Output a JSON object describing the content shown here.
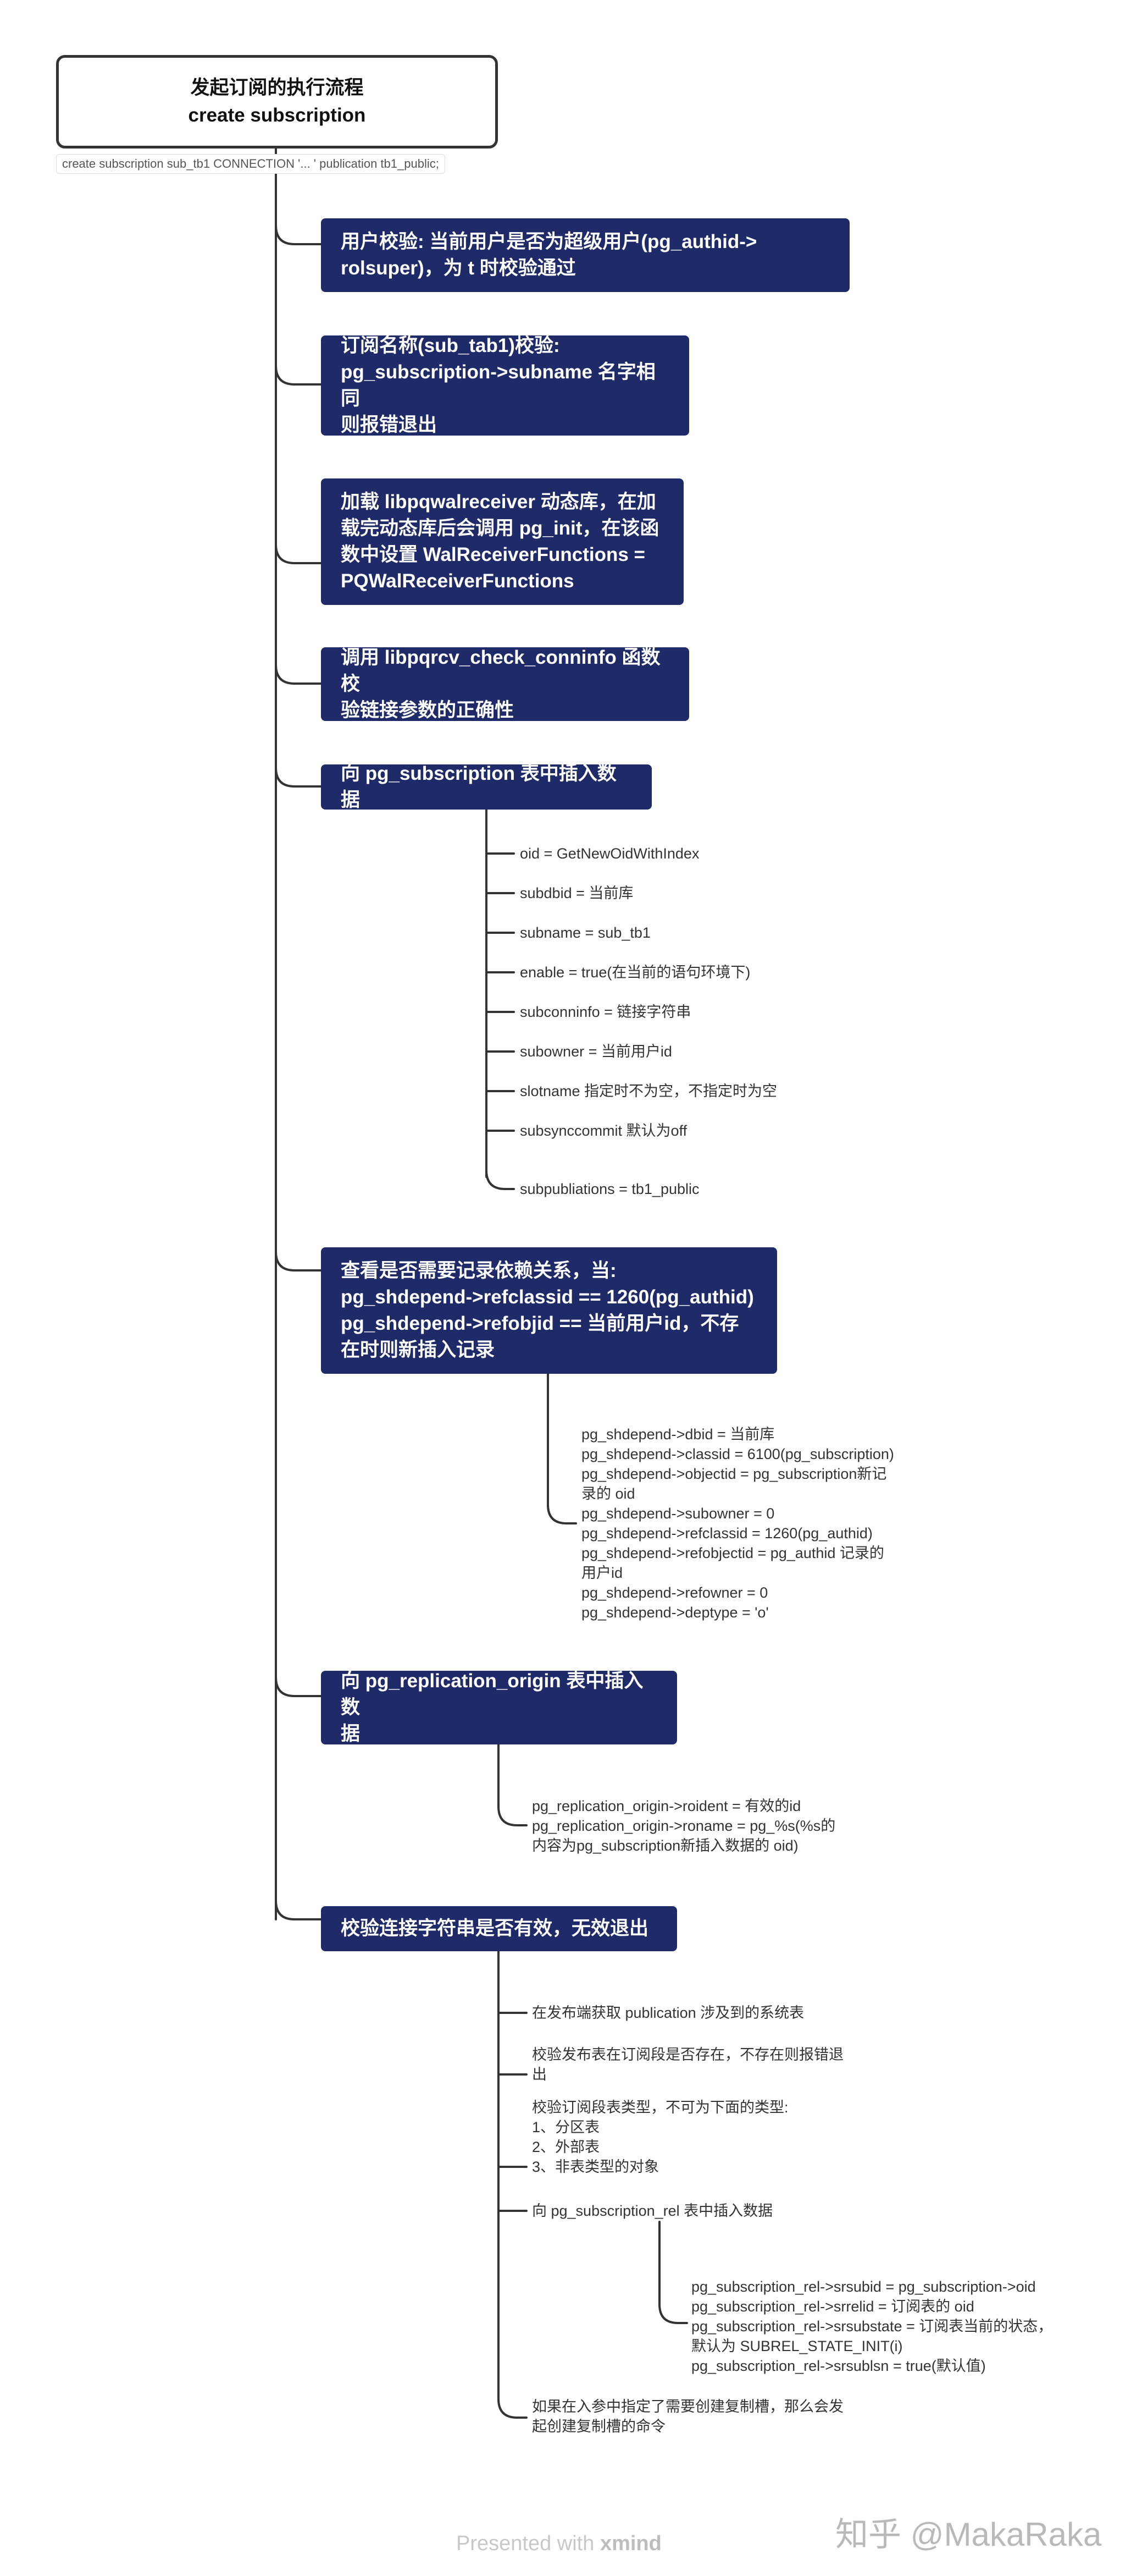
{
  "root": {
    "title_line1": "发起订阅的执行流程",
    "title_line2": "create subscription"
  },
  "root_note": "create subscription sub_tb1 CONNECTION '... ' publication tb1_public;",
  "steps": [
    {
      "lines": [
        "用户校验: 当前用户是否为超级用户(pg_authid->",
        "rolsuper)，为 t 时校验通过"
      ]
    },
    {
      "lines": [
        "订阅名称(sub_tab1)校验:",
        "pg_subscription->subname 名字相同",
        "则报错退出"
      ]
    },
    {
      "lines": [
        "加载 libpqwalreceiver 动态库，在加",
        "载完动态库后会调用 pg_init，在该函",
        "数中设置 WalReceiverFunctions =",
        "PQWalReceiverFunctions"
      ]
    },
    {
      "lines": [
        "调用 libpqrcv_check_conninfo 函数校",
        "验链接参数的正确性"
      ]
    },
    {
      "lines": [
        "向 pg_subscription 表中插入数据"
      ]
    },
    {
      "lines": [
        "查看是否需要记录依赖关系，当:",
        "pg_shdepend->refclassid == 1260(pg_authid)",
        "pg_shdepend->refobjid == 当前用户id，不存",
        "在时则新插入记录"
      ]
    },
    {
      "lines": [
        "向 pg_replication_origin 表中插入数",
        "据"
      ]
    },
    {
      "lines": [
        "校验连接字符串是否有效，无效退出"
      ]
    }
  ],
  "subscription_fields": [
    "oid = GetNewOidWithIndex",
    "subdbid = 当前库",
    "subname = sub_tb1",
    "enable = true(在当前的语句环境下)",
    "subconninfo = 链接字符串",
    "subowner = 当前用户id",
    "slotname 指定时不为空，不指定时为空",
    "subsynccommit 默认为off",
    "subpubliations = tb1_public"
  ],
  "shdepend_fields": [
    "pg_shdepend->dbid = 当前库",
    "pg_shdepend->classid = 6100(pg_subscription)",
    "pg_shdepend->objectid = pg_subscription新记",
    "录的 oid",
    "pg_shdepend->subowner = 0",
    "pg_shdepend->refclassid = 1260(pg_authid)",
    "pg_shdepend->refobjectid = pg_authid 记录的",
    "用户id",
    "pg_shdepend->refowner = 0",
    "pg_shdepend->deptype = 'o'"
  ],
  "origin_fields": [
    "pg_replication_origin->roident =  有效的id",
    "pg_replication_origin->roname = pg_%s(%s的",
    "内容为pg_subscription新插入数据的 oid)"
  ],
  "conn_children": [
    {
      "lines": [
        "在发布端获取 publication 涉及到的系统表"
      ]
    },
    {
      "lines": [
        "校验发布表在订阅段是否存在，不存在则报错退",
        "出"
      ]
    },
    {
      "lines": [
        "校验订阅段表类型，不可为下面的类型:",
        "1、分区表",
        "2、外部表",
        "3、非表类型的对象"
      ]
    },
    {
      "lines": [
        "向 pg_subscription_rel 表中插入数据"
      ]
    },
    {
      "lines": [
        "如果在入参中指定了需要创建复制槽，那么会发",
        "起创建复制槽的命令"
      ]
    }
  ],
  "rel_fields": [
    "pg_subscription_rel->srsubid = pg_subscription->oid",
    "pg_subscription_rel->srrelid = 订阅表的 oid",
    "pg_subscription_rel->srsubstate = 订阅表当前的状态，",
    "默认为 SUBREL_STATE_INIT(i)",
    "pg_subscription_rel->srsublsn = true(默认值)"
  ],
  "footer": {
    "prefix": "Presented with",
    "brand": "xmind"
  },
  "watermark": "知乎 @MakaRaka",
  "colors": {
    "box_bg": "#1f2a68",
    "line": "#333333"
  }
}
